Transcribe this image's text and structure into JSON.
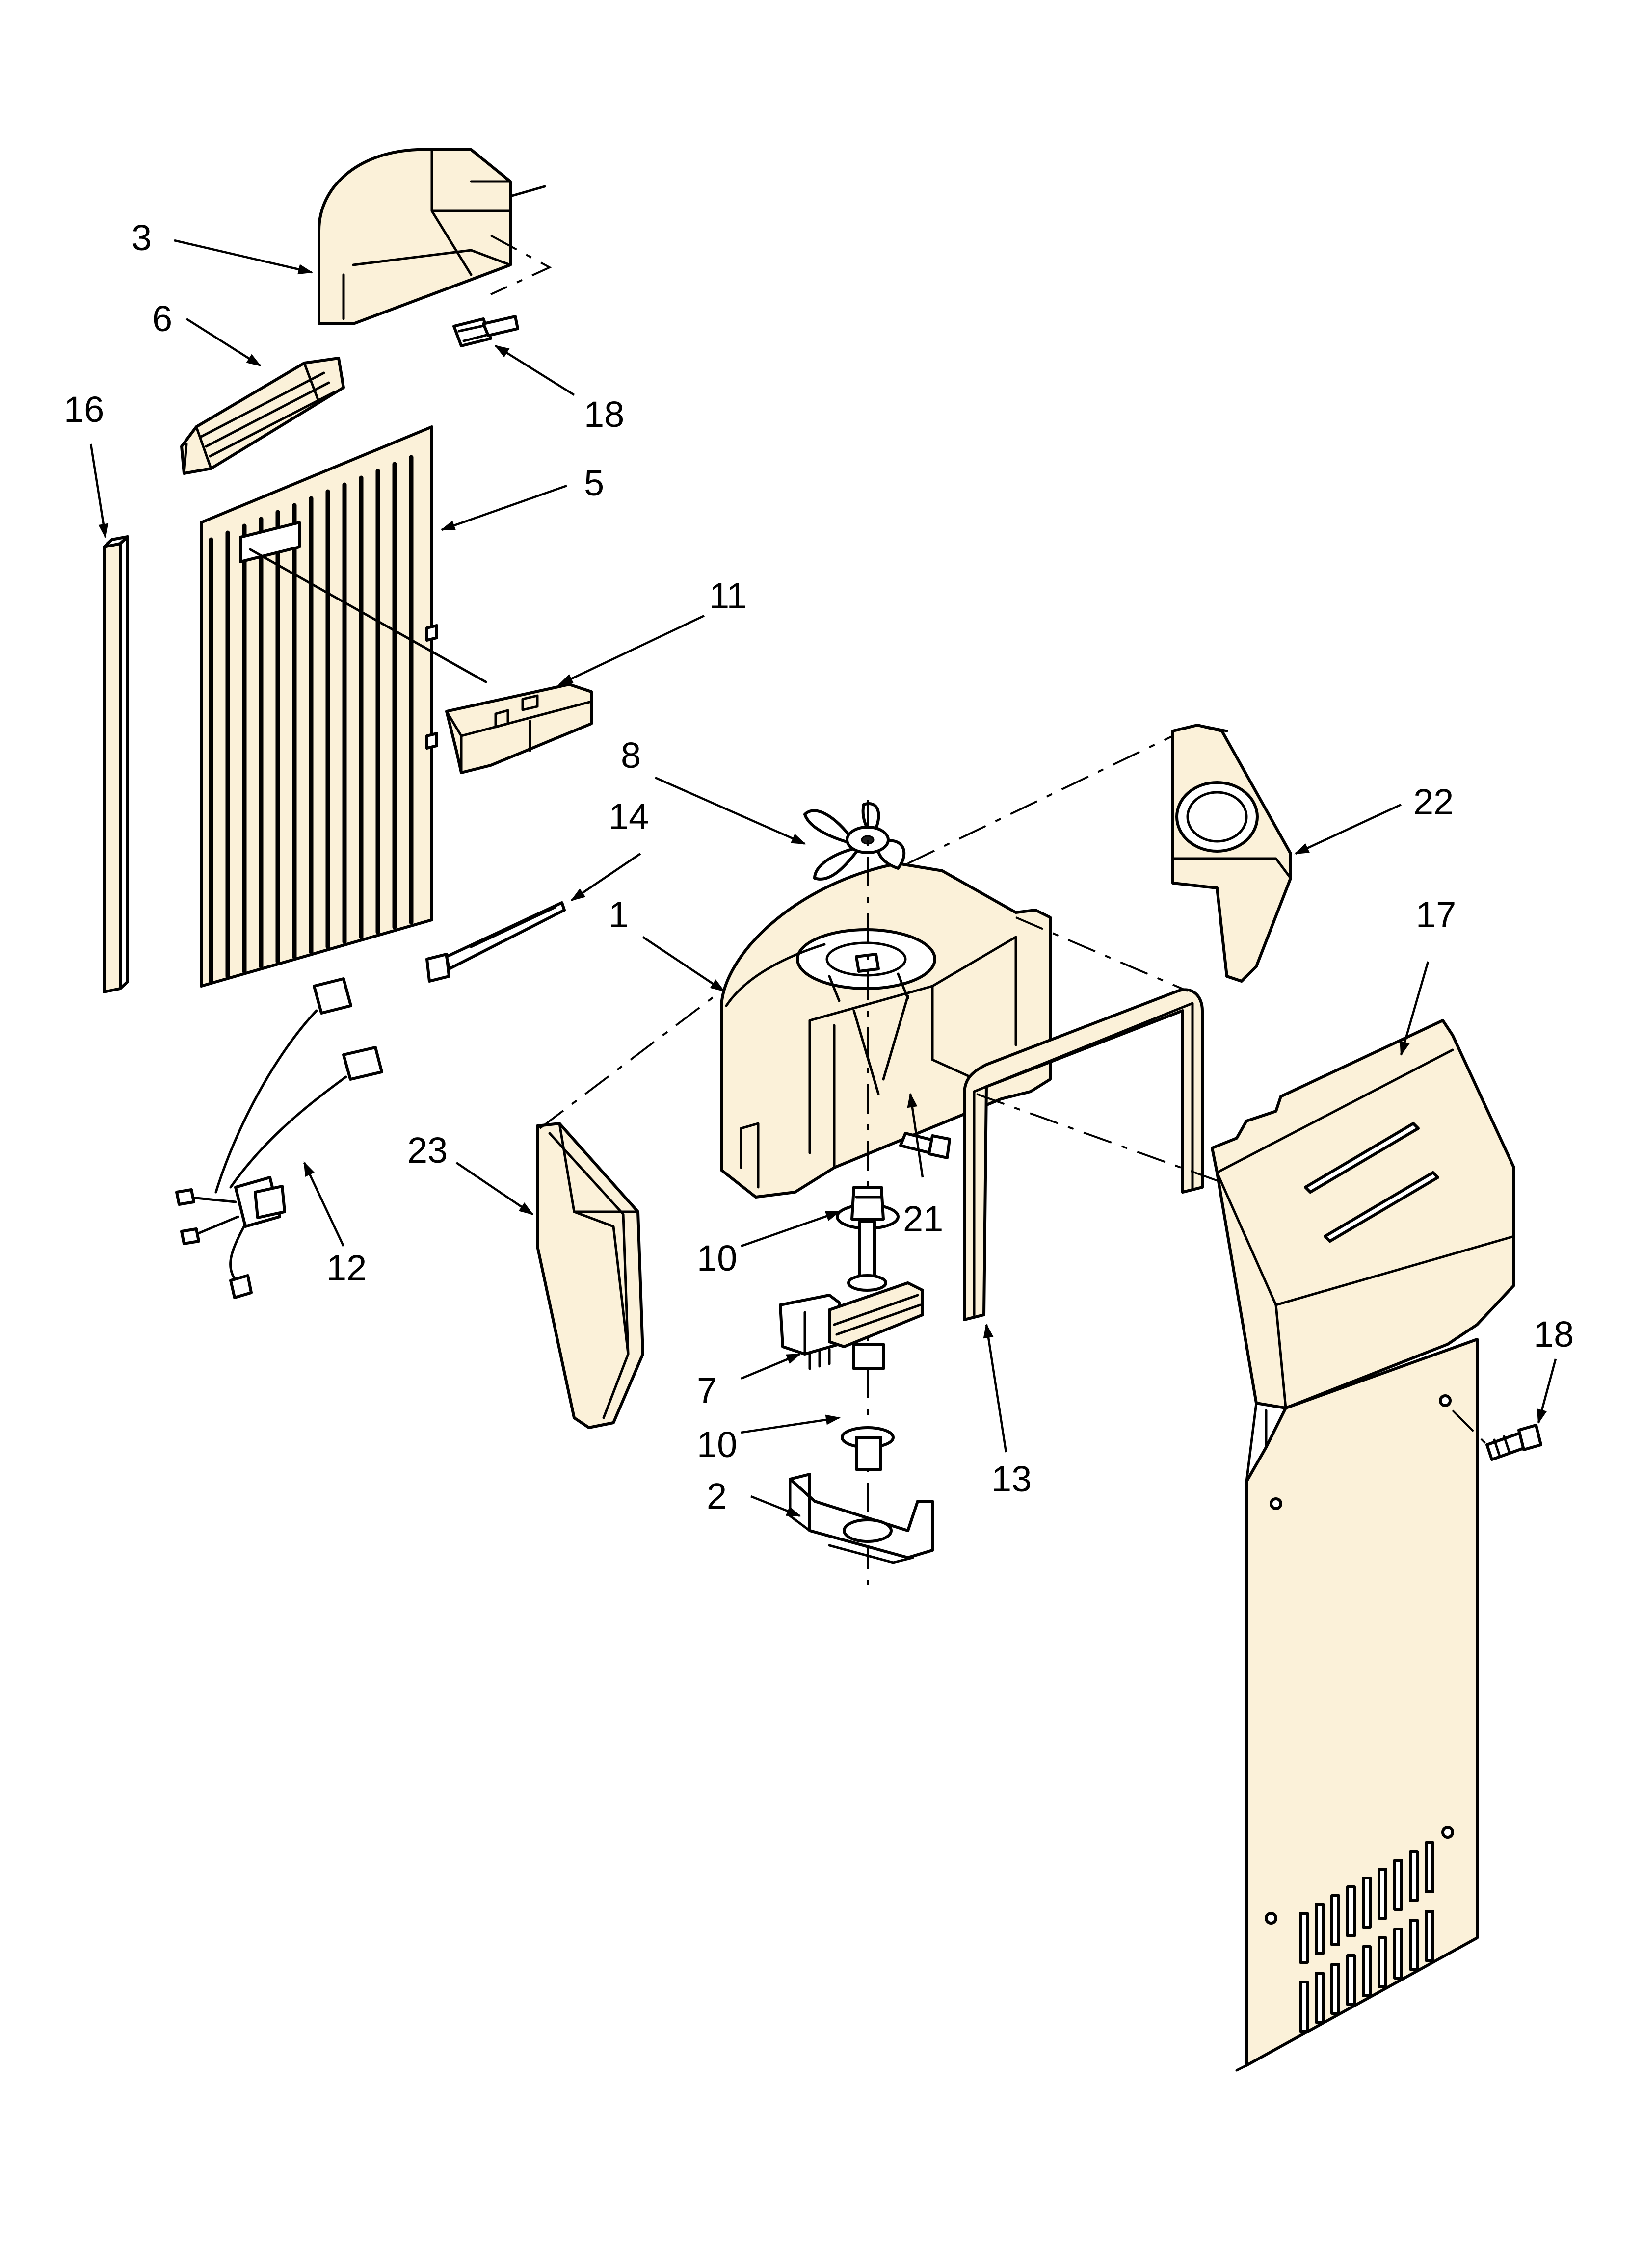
{
  "diagram": {
    "callouts": [
      "3",
      "6",
      "16",
      "18",
      "5",
      "11",
      "8",
      "14",
      "22",
      "1",
      "17",
      "23",
      "21",
      "10",
      "12",
      "7",
      "10",
      "13",
      "18",
      "2"
    ]
  },
  "colors": {
    "ink": "#000000",
    "panel_fill": "#fbf1d9",
    "background": "#ffffff"
  }
}
